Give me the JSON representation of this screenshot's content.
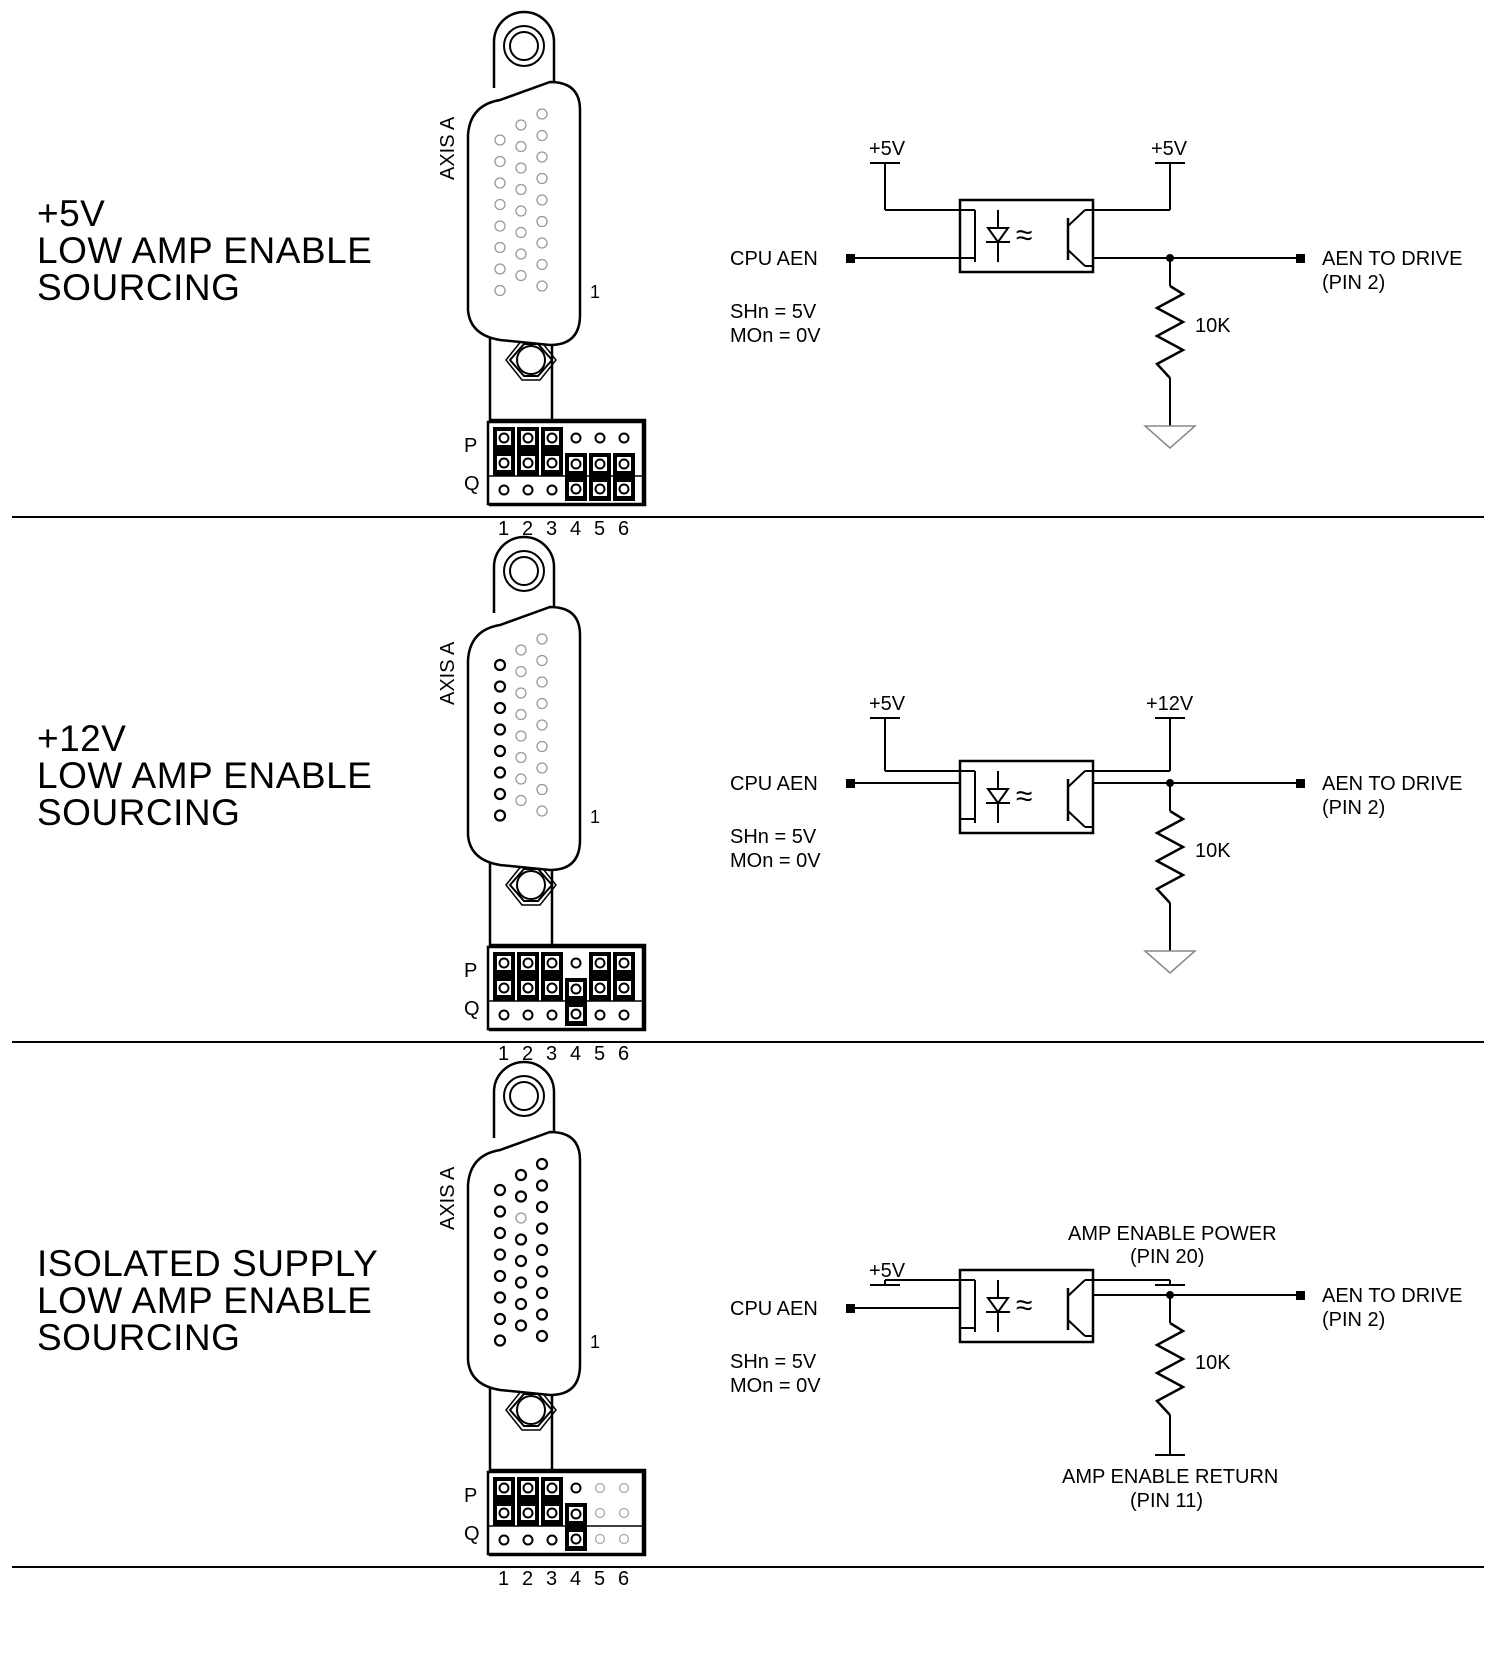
{
  "panels": [
    {
      "title": [
        "+5V",
        "LOW AMP ENABLE",
        "SOURCING"
      ],
      "connector_label": "AXIS A",
      "pin1_label": "1",
      "jumper": {
        "row_labels": [
          "P",
          "Q"
        ],
        "column_labels": [
          "1",
          "2",
          "3",
          "4",
          "5",
          "6"
        ],
        "jumpered": [
          "P",
          "P",
          "P",
          "Q",
          "Q",
          "Q"
        ]
      },
      "circuit": {
        "left_supply": "+5V",
        "right_supply": "+5V",
        "input_label": "CPU AEN",
        "note_line1": "SHn = 5V",
        "note_line2": "MOn = 0V",
        "output_label": "AEN TO DRIVE",
        "output_pin": "(PIN 2)",
        "resistor": "10K",
        "bottom": "ground"
      }
    },
    {
      "title": [
        "+12V",
        "LOW AMP ENABLE",
        "SOURCING"
      ],
      "connector_label": "AXIS A",
      "pin1_label": "1",
      "jumper": {
        "row_labels": [
          "P",
          "Q"
        ],
        "column_labels": [
          "1",
          "2",
          "3",
          "4",
          "5",
          "6"
        ],
        "jumpered": [
          "P",
          "P",
          "P",
          "Q",
          "P",
          "P"
        ]
      },
      "circuit": {
        "left_supply": "+5V",
        "right_supply": "+12V",
        "input_label": "CPU AEN",
        "note_line1": "SHn = 5V",
        "note_line2": "MOn = 0V",
        "output_label": "AEN TO DRIVE",
        "output_pin": "(PIN 2)",
        "resistor": "10K",
        "bottom": "ground"
      }
    },
    {
      "title": [
        "ISOLATED SUPPLY",
        "LOW AMP ENABLE",
        "SOURCING"
      ],
      "connector_label": "AXIS A",
      "pin1_label": "1",
      "jumper": {
        "row_labels": [
          "P",
          "Q"
        ],
        "column_labels": [
          "1",
          "2",
          "3",
          "4",
          "5",
          "6"
        ],
        "jumpered": [
          "P",
          "P",
          "P",
          "Q",
          "none",
          "none"
        ]
      },
      "circuit": {
        "left_supply": "+5V",
        "right_supply": "AMP ENABLE POWER",
        "right_supply_pin": "(PIN 20)",
        "input_label": "CPU AEN",
        "note_line1": "SHn = 5V",
        "note_line2": "MOn = 0V",
        "output_label": "AEN TO DRIVE",
        "output_pin": "(PIN 2)",
        "resistor": "10K",
        "bottom": "return",
        "bottom_label": "AMP ENABLE RETURN",
        "bottom_pin": "(PIN 11)"
      }
    }
  ]
}
